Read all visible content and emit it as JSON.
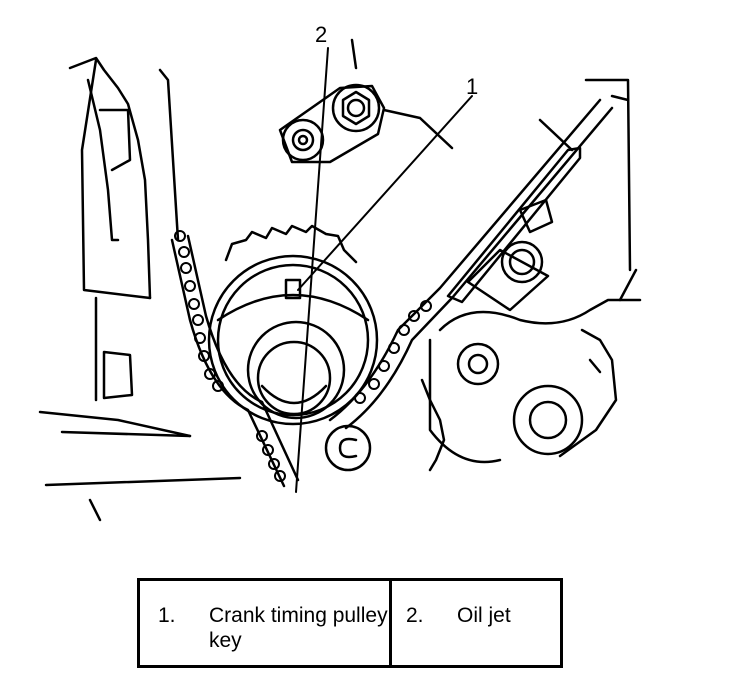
{
  "callouts": {
    "c1": "1",
    "c2": "2"
  },
  "legend": [
    {
      "num": "1.",
      "text": "Crank timing pulley key"
    },
    {
      "num": "2.",
      "text": "Oil jet"
    }
  ]
}
